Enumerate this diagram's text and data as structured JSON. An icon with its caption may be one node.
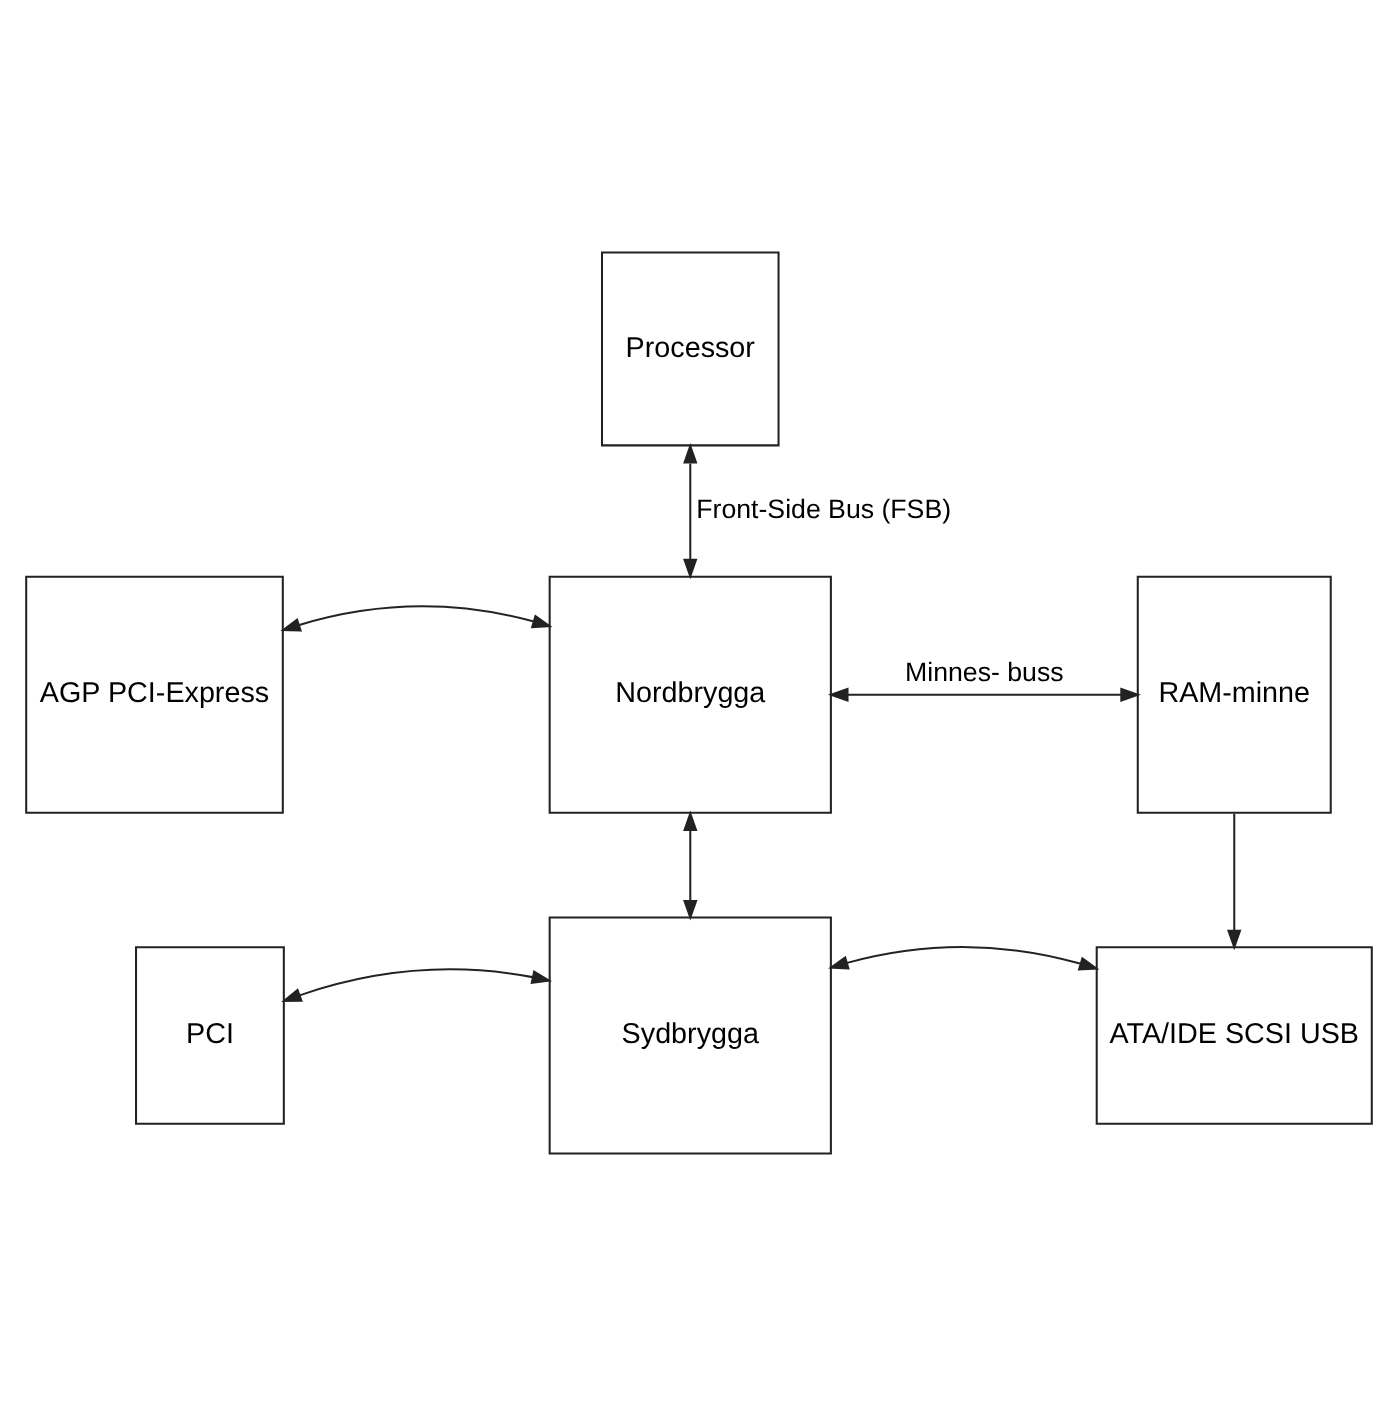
{
  "diagram": {
    "nodes": [
      {
        "text": [
          "Processor"
        ]
      },
      {
        "text": [
          "AGP PCI-Express"
        ]
      },
      {
        "text": [
          "Nordbrygga"
        ]
      },
      {
        "text": [
          "RAM-minne"
        ]
      },
      {
        "text": [
          "PCI"
        ]
      },
      {
        "text": [
          "Sydbrygga"
        ]
      },
      {
        "text": [
          "ATA/IDE SCSI USB"
        ]
      }
    ],
    "edges": [
      {
        "from": 0,
        "to": 2,
        "arrow": "both",
        "label": "Front-Side Bus (FSB)"
      },
      {
        "from": 1,
        "to": 2,
        "arrow": "both"
      },
      {
        "from": 2,
        "to": 3,
        "arrow": "both",
        "label": "Minnes- buss"
      },
      {
        "from": 2,
        "to": 5,
        "arrow": "both"
      },
      {
        "from": 3,
        "to": 6,
        "arrow": "to"
      },
      {
        "from": 4,
        "to": 5,
        "arrow": "both"
      },
      {
        "from": 5,
        "to": 6,
        "arrow": "both"
      }
    ]
  }
}
